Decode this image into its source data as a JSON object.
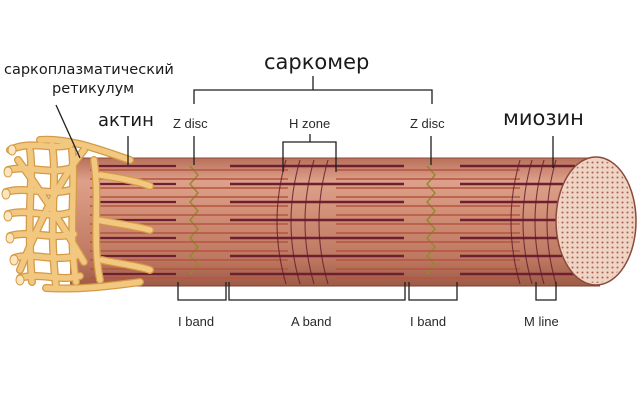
{
  "labels": {
    "sarcomere": "саркомер",
    "sr_line1": "саркоплазматический",
    "sr_line2": "ретикулум",
    "actin": "актин",
    "myosin": "миозин",
    "z_disc_left": "Z disc",
    "h_zone": "H zone",
    "z_disc_right": "Z disc",
    "i_band_left": "I band",
    "a_band": "A band",
    "i_band_right": "I band",
    "m_line": "M line"
  },
  "colors": {
    "fiber_base": "#c9846c",
    "fiber_light": "#e4ad98",
    "fiber_dark": "#a65e48",
    "thick_filament": "#6e2030",
    "thin_filament": "#b4553f",
    "z_line": "#8f8a2a",
    "reticulum": "#f2c880",
    "reticulum_edge": "#d49a45",
    "end_face": "#f0d4c4",
    "end_dot": "#a86456",
    "line": "#222222"
  }
}
